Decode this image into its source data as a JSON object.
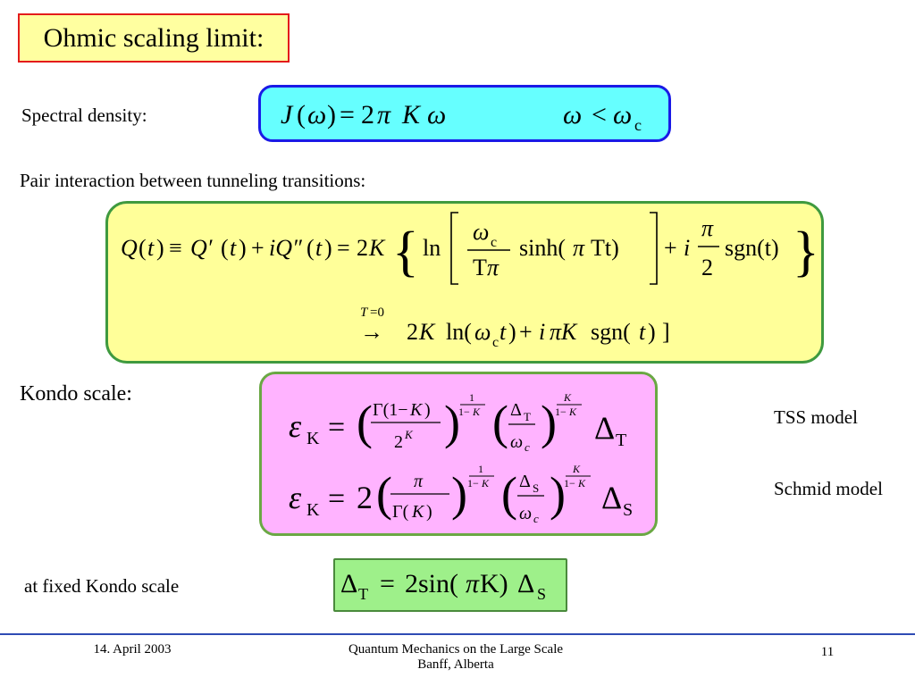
{
  "title": "Ohmic scaling limit:",
  "spectral": {
    "label": "Spectral density:",
    "eq_lhs": "J(ω)",
    "eq_rhs": "2π K ω",
    "condition": "ω < ω"
  },
  "pair": {
    "label": "Pair interaction between tunneling transitions:"
  },
  "kondo": {
    "label": "Kondo scale:",
    "tss": "TSS model",
    "schmid": "Schmid model"
  },
  "fixed": {
    "label": "at fixed Kondo scale",
    "eq": "Δ = 2sin(πK) Δ"
  },
  "footer": {
    "date": "14. April 2003",
    "conf_line1": "Quantum Mechanics on the Large Scale",
    "conf_line2": "Banff, Alberta",
    "page": "11"
  },
  "colors": {
    "title_bg": "#ffffa0",
    "title_border": "#e31b1b",
    "cyan_box": "#66ffff",
    "yellow_box": "#ffff99",
    "pink_box": "#ffb3ff",
    "green_box": "#9ef08a",
    "footer_rule": "#2f4bb4"
  }
}
